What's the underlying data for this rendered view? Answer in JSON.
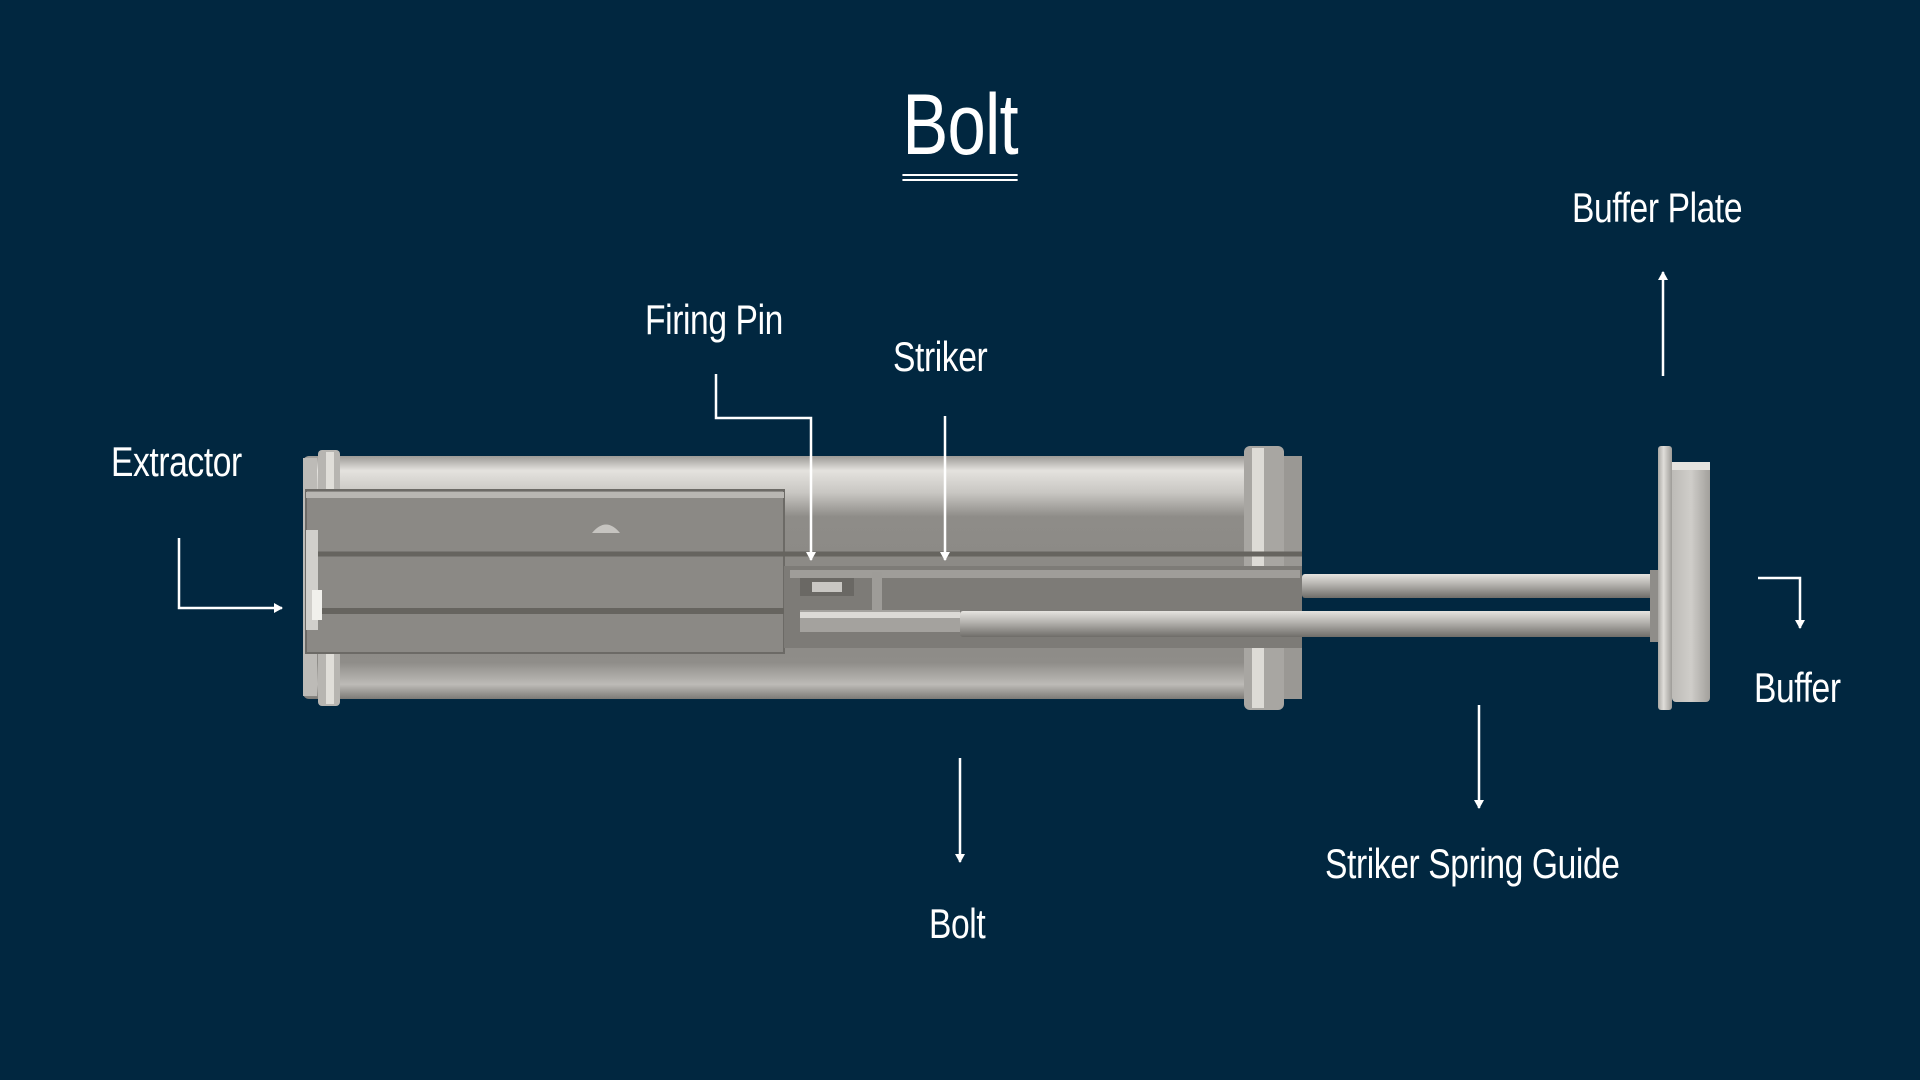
{
  "title": "Bolt",
  "labels": {
    "extractor": "Extractor",
    "firing_pin": "Firing Pin",
    "striker": "Striker",
    "buffer_plate": "Buffer Plate",
    "buffer": "Buffer",
    "bolt": "Bolt",
    "striker_spring_guide": "Striker Spring Guide"
  },
  "colors": {
    "background": "#012740",
    "text": "#ffffff",
    "metal_light": "#c8c6c2",
    "metal_mid": "#8a8883",
    "metal_dark": "#5e5c58"
  }
}
